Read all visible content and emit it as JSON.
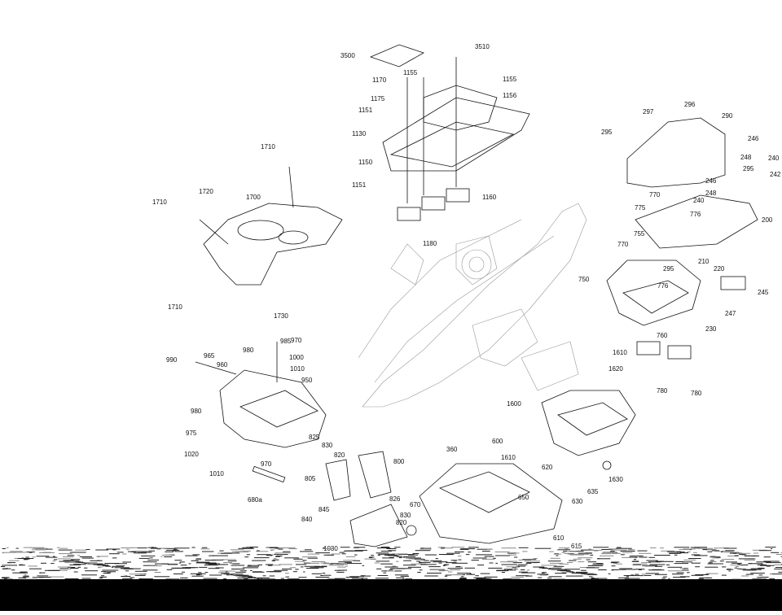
{
  "diagram": {
    "callouts": [
      "3500",
      "3510",
      "1170",
      "1155",
      "1155",
      "1175",
      "1156",
      "1151",
      "1130",
      "1150",
      "1151",
      "1160",
      "1180",
      "1710",
      "1720",
      "1710",
      "1700",
      "1710",
      "1730",
      "296",
      "297",
      "290",
      "295",
      "246",
      "248",
      "240",
      "295",
      "242",
      "246",
      "248",
      "770",
      "240",
      "775",
      "776",
      "200",
      "770",
      "755",
      "210",
      "220",
      "295",
      "776",
      "750",
      "245",
      "247",
      "230",
      "760",
      "1610",
      "1620",
      "780",
      "780",
      "985",
      "970",
      "980",
      "965",
      "990",
      "960",
      "1000",
      "1010",
      "950",
      "980",
      "975",
      "1020",
      "1010",
      "970",
      "825",
      "830",
      "820",
      "805",
      "800",
      "680a",
      "840",
      "845",
      "826",
      "830",
      "820",
      "1030",
      "360",
      "600",
      "1610",
      "1600",
      "620",
      "1630",
      "635",
      "650",
      "630",
      "670",
      "610",
      "615"
    ]
  }
}
